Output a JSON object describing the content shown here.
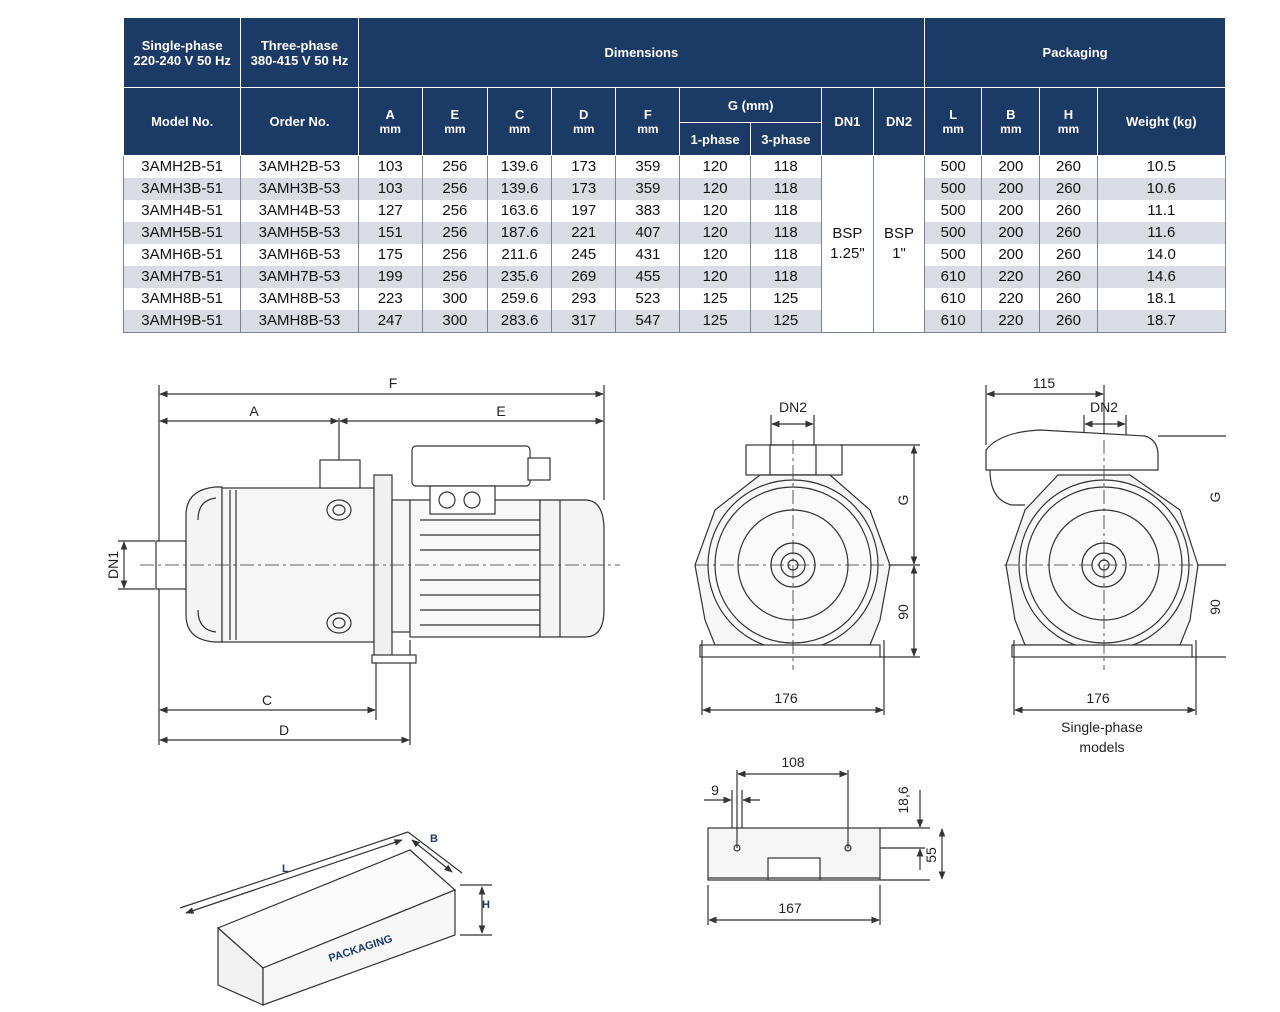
{
  "table": {
    "group_headers": {
      "single_phase": [
        "Single-phase",
        "220-240 V 50 Hz"
      ],
      "three_phase": [
        "Three-phase",
        "380-415 V 50 Hz"
      ],
      "dimensions": "Dimensions",
      "packaging": "Packaging"
    },
    "column_headers": {
      "model_no": "Model No.",
      "order_no": "Order No.",
      "a": {
        "label": "A",
        "unit": "mm"
      },
      "e": {
        "label": "E",
        "unit": "mm"
      },
      "c": {
        "label": "C",
        "unit": "mm"
      },
      "d": {
        "label": "D",
        "unit": "mm"
      },
      "f": {
        "label": "F",
        "unit": "mm"
      },
      "g": "G (mm)",
      "g_1phase": "1-phase",
      "g_3phase": "3-phase",
      "dn1": "DN1",
      "dn2": "DN2",
      "l": {
        "label": "L",
        "unit": "mm"
      },
      "b": {
        "label": "B",
        "unit": "mm"
      },
      "h": {
        "label": "H",
        "unit": "mm"
      },
      "weight": "Weight (kg)"
    },
    "dn1_value": [
      "BSP",
      "1.25\""
    ],
    "dn2_value": [
      "BSP",
      "1\""
    ],
    "rows": [
      [
        "3AMH2B-51",
        "3AMH2B-53",
        "103",
        "256",
        "139.6",
        "173",
        "359",
        "120",
        "118",
        "500",
        "200",
        "260",
        "10.5"
      ],
      [
        "3AMH3B-51",
        "3AMH3B-53",
        "103",
        "256",
        "139.6",
        "173",
        "359",
        "120",
        "118",
        "500",
        "200",
        "260",
        "10.6"
      ],
      [
        "3AMH4B-51",
        "3AMH4B-53",
        "127",
        "256",
        "163.6",
        "197",
        "383",
        "120",
        "118",
        "500",
        "200",
        "260",
        "11.1"
      ],
      [
        "3AMH5B-51",
        "3AMH5B-53",
        "151",
        "256",
        "187.6",
        "221",
        "407",
        "120",
        "118",
        "500",
        "200",
        "260",
        "11.6"
      ],
      [
        "3AMH6B-51",
        "3AMH6B-53",
        "175",
        "256",
        "211.6",
        "245",
        "431",
        "120",
        "118",
        "500",
        "200",
        "260",
        "14.0"
      ],
      [
        "3AMH7B-51",
        "3AMH7B-53",
        "199",
        "256",
        "235.6",
        "269",
        "455",
        "120",
        "118",
        "610",
        "220",
        "260",
        "14.6"
      ],
      [
        "3AMH8B-51",
        "3AMH8B-53",
        "223",
        "300",
        "259.6",
        "293",
        "523",
        "125",
        "125",
        "610",
        "220",
        "260",
        "18.1"
      ],
      [
        "3AMH9B-51",
        "3AMH8B-53",
        "247",
        "300",
        "283.6",
        "317",
        "547",
        "125",
        "125",
        "610",
        "220",
        "260",
        "18.7"
      ]
    ]
  },
  "side_view": {
    "f": "F",
    "a": "A",
    "e": "E",
    "c": "C",
    "d": "D",
    "dn1": "DN1"
  },
  "front_view": {
    "dn2": "DN2",
    "g": "G",
    "h90": "90",
    "w176": "176"
  },
  "single_phase_view": {
    "w115": "115",
    "dn2": "DN2",
    "g": "G",
    "h90": "90",
    "w176": "176",
    "caption": [
      "Single-phase",
      "models"
    ]
  },
  "base_view": {
    "w108": "108",
    "d9": "9",
    "h186": "18,6",
    "h55": "55",
    "w167": "167"
  },
  "box": {
    "l": "L",
    "b": "B",
    "h": "H",
    "text": "PACKAGING"
  }
}
